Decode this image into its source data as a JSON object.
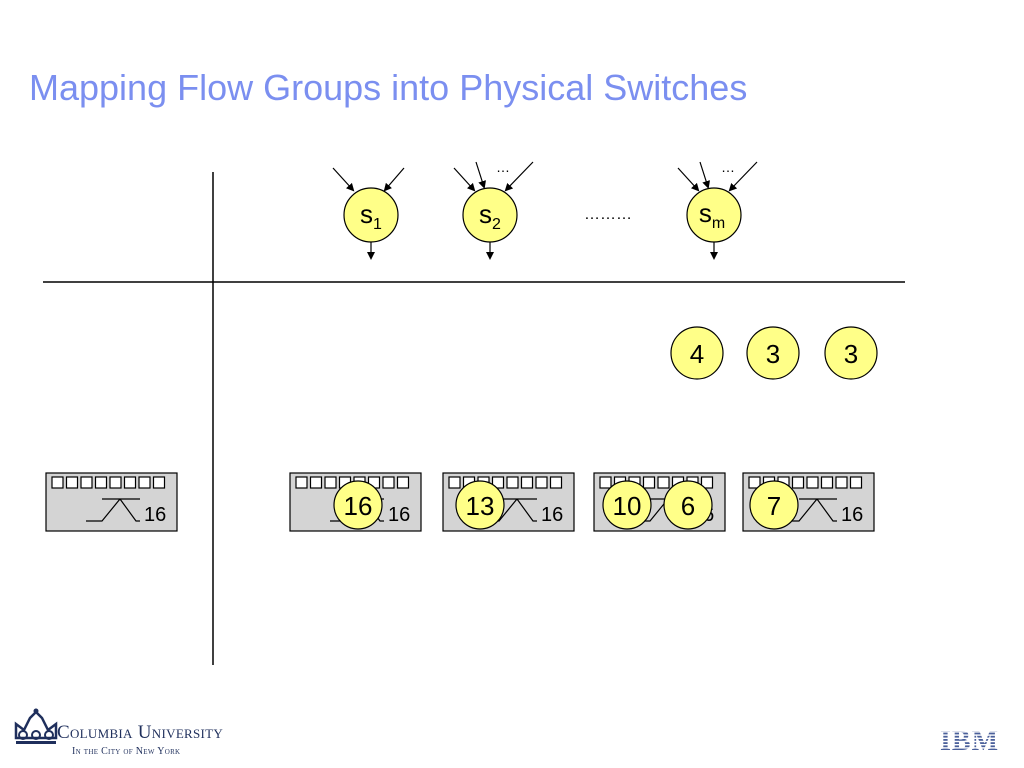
{
  "slide": {
    "title": "Mapping Flow Groups into Physical Switches"
  },
  "virtual_switches": [
    {
      "base": "s",
      "subscript": "1"
    },
    {
      "base": "s",
      "subscript": "2"
    },
    {
      "base": "s",
      "subscript": "m"
    }
  ],
  "ellipsis_dots": "………",
  "input_ellipsis": "…",
  "flow_groups": [
    {
      "label": "4"
    },
    {
      "label": "3"
    },
    {
      "label": "3"
    }
  ],
  "physical_switches": [
    {
      "capacity": "16",
      "port_count": 8
    },
    {
      "capacity": "16",
      "port_count": 8
    },
    {
      "capacity": "16",
      "port_count": 8
    },
    {
      "capacity": "16",
      "port_count": 8
    },
    {
      "capacity": "16",
      "port_count": 8
    }
  ],
  "placed_groups": [
    {
      "label": "16"
    },
    {
      "label": "13"
    },
    {
      "label": "10"
    },
    {
      "label": "6"
    },
    {
      "label": "7"
    }
  ],
  "footer": {
    "university": "Columbia University",
    "university_sub": "In the City of New York",
    "company": "IBM"
  },
  "colors": {
    "title": "#7b8ff0",
    "node_fill": "#ffff88",
    "switch_fill": "#d4d4d4",
    "line": "#000000",
    "columbia": "#1f2f5c",
    "ibm": "#4a5f9a"
  }
}
